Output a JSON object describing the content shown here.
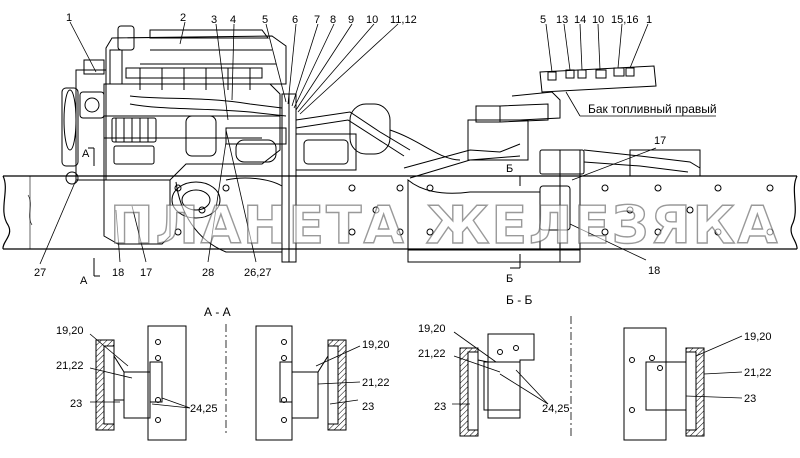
{
  "callouts_top": [
    "1",
    "2",
    "3",
    "4",
    "5",
    "6",
    "7",
    "8",
    "9",
    "10",
    "11,12"
  ],
  "callouts_tank": [
    "5",
    "13",
    "14",
    "10",
    "15,16",
    "1"
  ],
  "tank_label": "Бак топливный правый",
  "callouts_main_right": [
    "17",
    "18"
  ],
  "section_marks": [
    "А",
    "А",
    "Б",
    "Б"
  ],
  "callouts_bottom": [
    "27",
    "18",
    "17",
    "28",
    "26,27"
  ],
  "section_titles": [
    "А - А",
    "Б - Б"
  ],
  "detail_callouts": {
    "d1": [
      "19,20",
      "21,22",
      "23",
      "24,25"
    ],
    "d2": [
      "19,20",
      "21,22",
      "23"
    ],
    "d3": [
      "19,20",
      "21,22",
      "23",
      "24,25"
    ],
    "d4": [
      "19,20",
      "21,22",
      "23"
    ]
  },
  "watermark": "ПЛАНЕТА ЖЕЛЕЗЯКА"
}
